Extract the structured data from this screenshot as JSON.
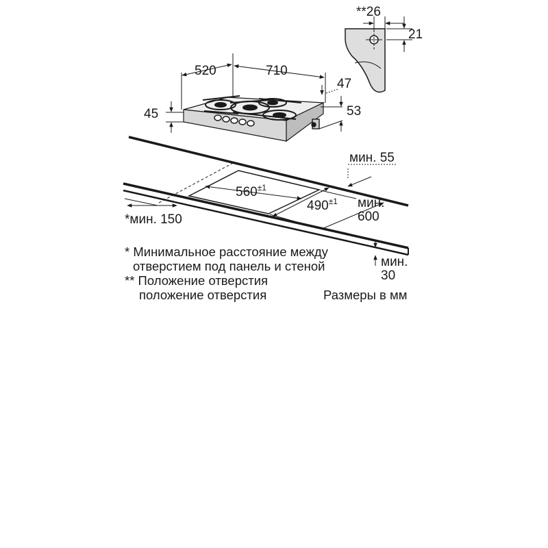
{
  "dimensions": {
    "hob_depth": "520",
    "hob_width": "710",
    "hob_height": "45",
    "connector_depth": "53",
    "connector_offset": "47",
    "gas_pipe_position": "**26",
    "gas_pipe_height": "21",
    "cutout_width": "560",
    "cutout_depth": "490",
    "tolerance": "±1",
    "min_wall_distance": "*мин. 150",
    "min_front_label": "мин. 55",
    "min_depth_label": "мин.",
    "min_depth_value": "600",
    "min_thickness_label": "мин.",
    "min_thickness_value": "30"
  },
  "notes": {
    "note1_line1": "* Минимальное расстояние между",
    "note1_line2": "отверстием под панель и стеной",
    "note2_line1": "** Положение отверстия",
    "note2_line2": "положение отверстия",
    "units": "Размеры в мм"
  }
}
